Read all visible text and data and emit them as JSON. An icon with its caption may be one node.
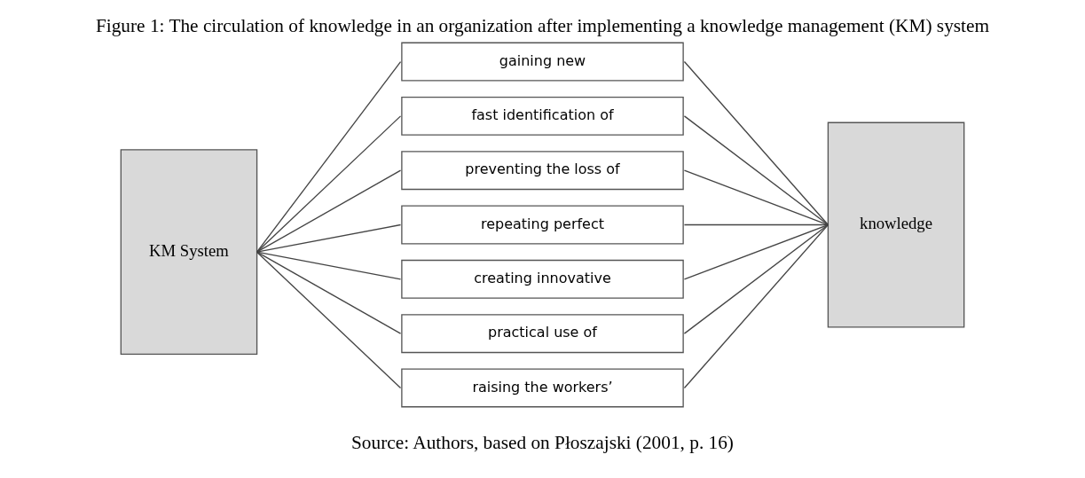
{
  "diagram": {
    "title": "Figure 1: The circulation of knowledge in an organization after implementing a knowledge management (KM) system",
    "caption": "Source: Authors, based on Płoszajski (2001, p. 16)",
    "nodes": [
      {
        "text": [
          "KM System"
        ]
      },
      {
        "text": [
          "gaining new"
        ]
      },
      {
        "text": [
          "fast identification of"
        ]
      },
      {
        "text": [
          "preventing the loss of"
        ]
      },
      {
        "text": [
          "repeating perfect"
        ]
      },
      {
        "text": [
          "creating innovative"
        ]
      },
      {
        "text": [
          "practical use of"
        ]
      },
      {
        "text": [
          "raising the workers’"
        ]
      },
      {
        "text": [
          "knowledge"
        ]
      }
    ],
    "edges": [
      {
        "from": 0,
        "to": 1,
        "arrow": "none"
      },
      {
        "from": 0,
        "to": 2,
        "arrow": "none"
      },
      {
        "from": 0,
        "to": 3,
        "arrow": "none"
      },
      {
        "from": 0,
        "to": 4,
        "arrow": "none"
      },
      {
        "from": 0,
        "to": 5,
        "arrow": "none"
      },
      {
        "from": 0,
        "to": 6,
        "arrow": "none"
      },
      {
        "from": 0,
        "to": 7,
        "arrow": "none"
      },
      {
        "from": 1,
        "to": 8,
        "arrow": "none"
      },
      {
        "from": 2,
        "to": 8,
        "arrow": "none"
      },
      {
        "from": 3,
        "to": 8,
        "arrow": "none"
      },
      {
        "from": 4,
        "to": 8,
        "arrow": "none"
      },
      {
        "from": 5,
        "to": 8,
        "arrow": "none"
      },
      {
        "from": 6,
        "to": 8,
        "arrow": "none"
      },
      {
        "from": 7,
        "to": 8,
        "arrow": "none"
      }
    ]
  }
}
